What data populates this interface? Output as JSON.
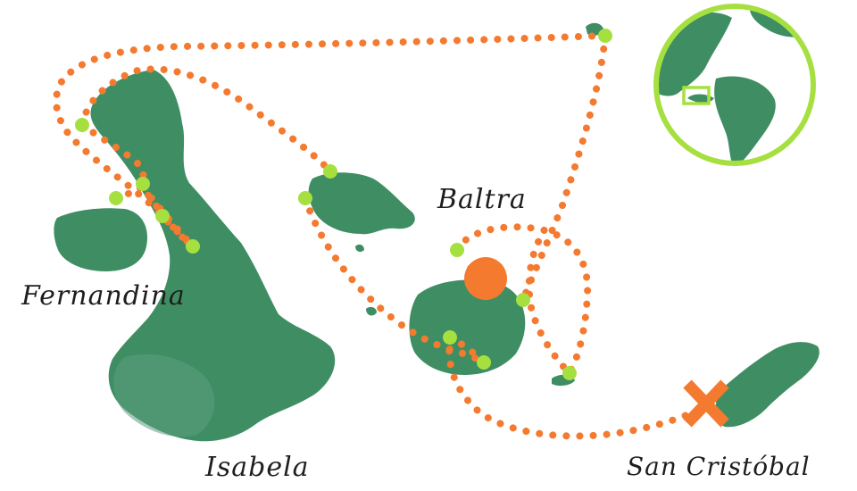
{
  "labels": {
    "fernandina": "Fernandina",
    "isabela": "Isabela",
    "baltra": "Baltra",
    "san_cristobal": "San Cristóbal"
  },
  "colors": {
    "island": "#3f8e63",
    "island_light": "#5d9e82",
    "route": "#f47a30",
    "stop": "#a6e040",
    "globe_ring": "#a6e040",
    "ink": "#1e1e1e"
  },
  "icons": {
    "start_marker": "orange-circle-icon",
    "end_marker": "orange-x-icon",
    "stops": "green-dot-icon",
    "locator": "globe-locator-icon"
  }
}
